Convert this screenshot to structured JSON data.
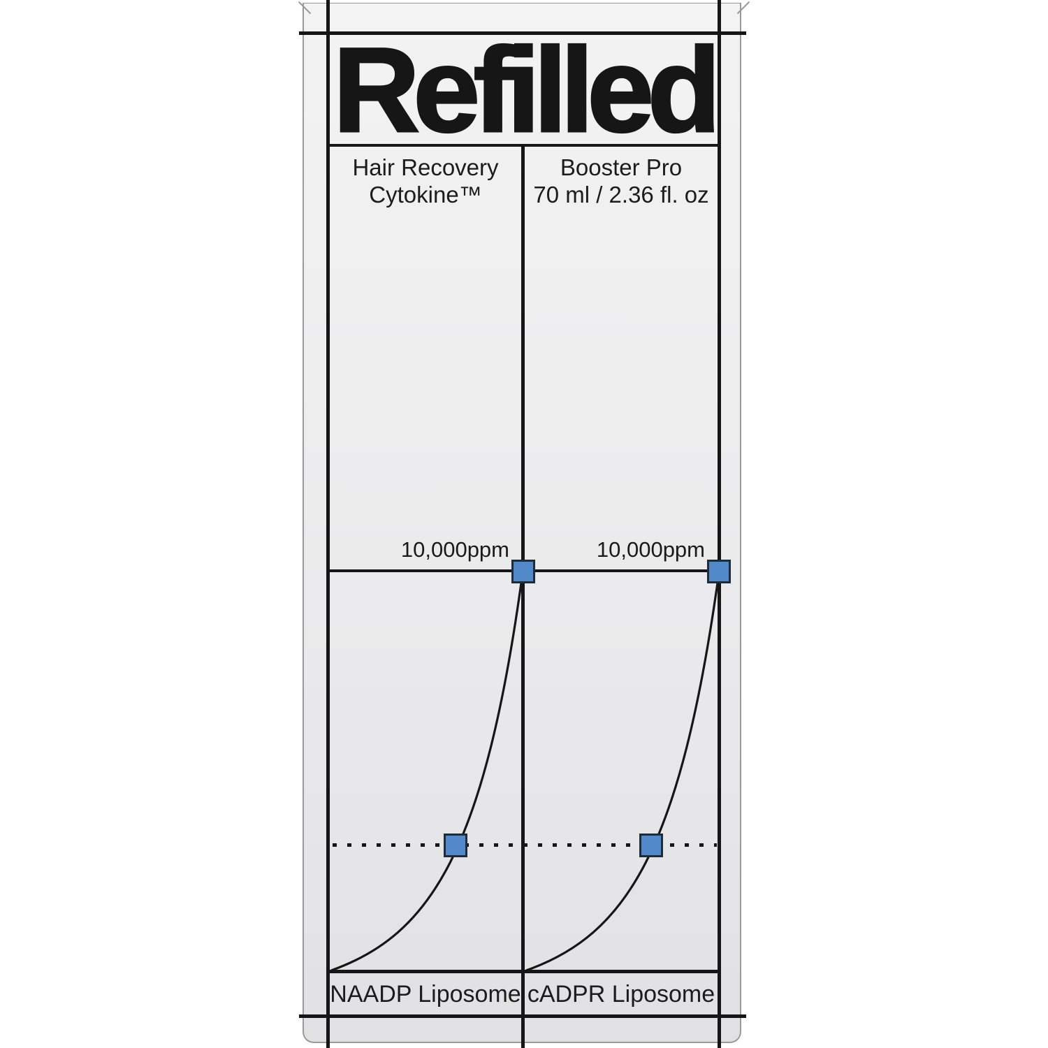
{
  "package": {
    "brand": "Refilled",
    "columns": [
      {
        "title_lines": [
          "Hair Recovery",
          "Cytokine™"
        ],
        "peak_label": "10,000ppm",
        "bottom_label": "NAADP Liposome"
      },
      {
        "title_lines": [
          "Booster Pro",
          "70 ml / 2.36 fl. oz"
        ],
        "peak_label": "10,000ppm",
        "bottom_label": "cADPR Liposome"
      }
    ]
  },
  "chart_data": [
    {
      "type": "line",
      "title": "NAADP Liposome release curve",
      "annotations": [
        "10,000ppm"
      ],
      "shape": "exponential-rise",
      "points_norm": [
        [
          0.0,
          0.0
        ],
        [
          0.65,
          0.32
        ],
        [
          1.0,
          1.0
        ]
      ],
      "markers_norm": [
        [
          1.0,
          1.0
        ],
        [
          0.65,
          0.32
        ]
      ],
      "grid": false
    },
    {
      "type": "line",
      "title": "cADPR Liposome release curve",
      "annotations": [
        "10,000ppm"
      ],
      "shape": "exponential-rise",
      "points_norm": [
        [
          0.0,
          0.0
        ],
        [
          0.65,
          0.32
        ],
        [
          1.0,
          1.0
        ]
      ],
      "markers_norm": [
        [
          1.0,
          1.0
        ],
        [
          0.65,
          0.32
        ]
      ],
      "grid": false
    }
  ],
  "colors": {
    "ink": "#161616",
    "dieline": "#9a9a9a",
    "marker_fill": "#5289cb",
    "marker_stroke": "#1e2b38",
    "panel_top": "#f3f3f3",
    "panel_bottom": "#e1e1e3"
  }
}
